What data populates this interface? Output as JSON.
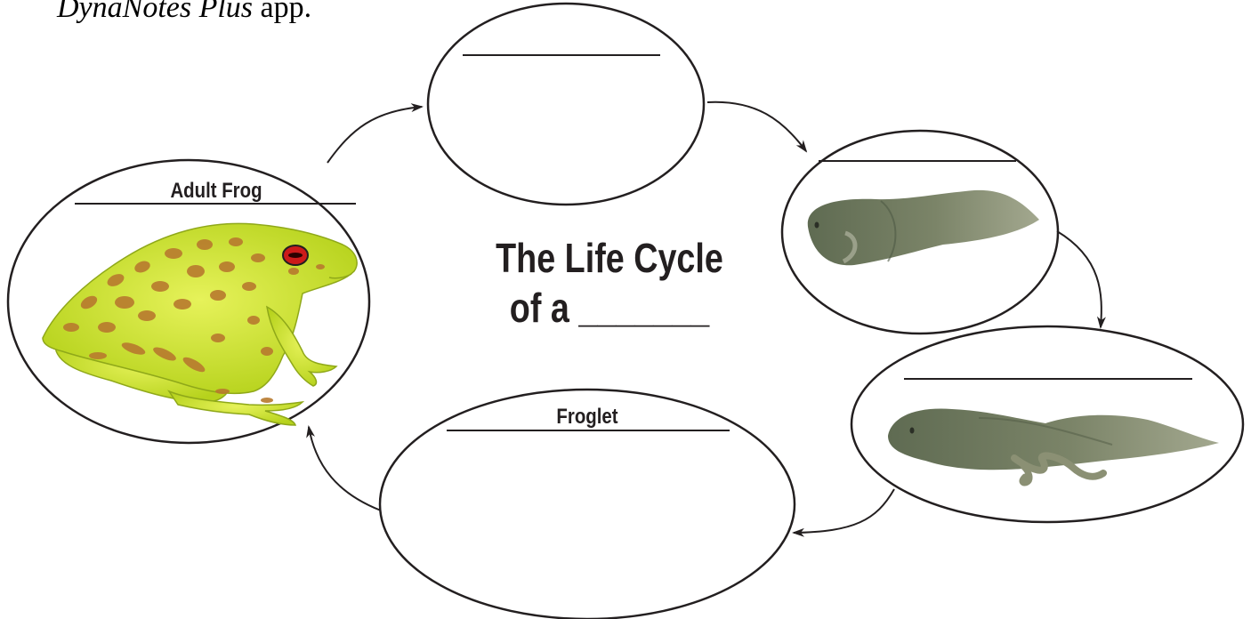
{
  "caption": {
    "app_name": "DynaNotes Plus",
    "suffix": " app."
  },
  "title": {
    "line1": "The Life Cycle",
    "line2": "of a _______"
  },
  "stages": {
    "adult": {
      "label": "Adult Frog"
    },
    "egg": {
      "label": ""
    },
    "tadpole_early": {
      "label": ""
    },
    "tadpole_legs": {
      "label": ""
    },
    "froglet": {
      "label": "Froglet"
    }
  },
  "colors": {
    "frog_body": "#c9e32a",
    "frog_spots": "#b87a2e",
    "tadpole": "#6e7a5c",
    "stroke": "#231f20"
  }
}
